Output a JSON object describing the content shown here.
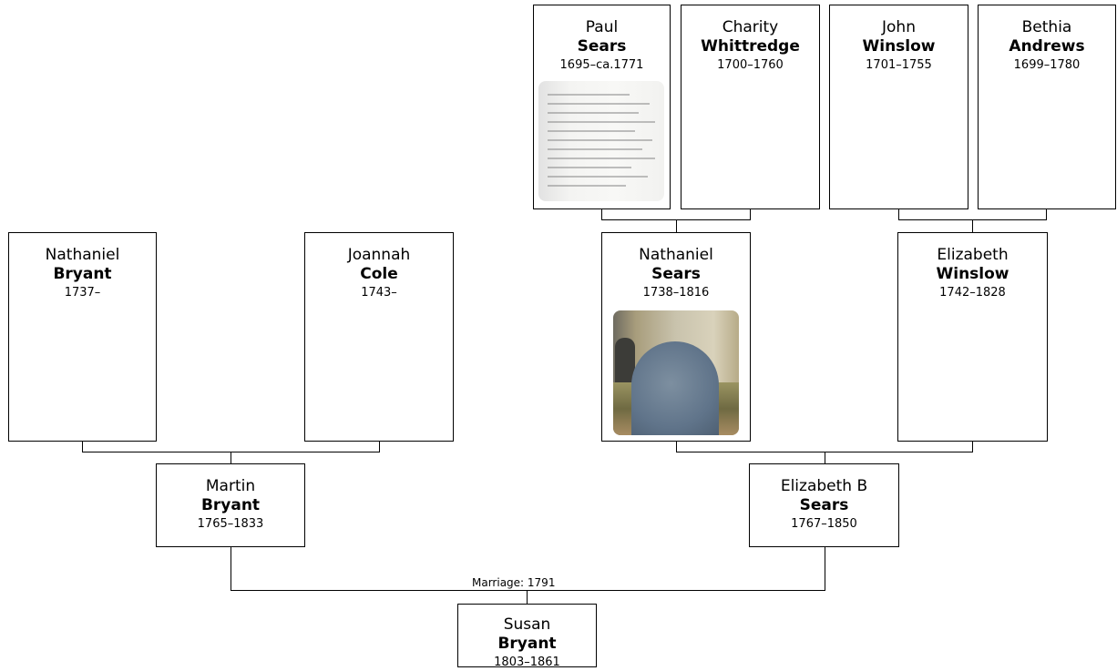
{
  "people": {
    "paul_sears": {
      "first": "Paul",
      "last": "Sears",
      "dates": "1695–ca.1771"
    },
    "charity_whittredge": {
      "first": "Charity",
      "last": "Whittredge",
      "dates": "1700–1760"
    },
    "john_winslow": {
      "first": "John",
      "last": "Winslow",
      "dates": "1701–1755"
    },
    "bethia_andrews": {
      "first": "Bethia",
      "last": "Andrews",
      "dates": "1699–1780"
    },
    "nathaniel_bryant": {
      "first": "Nathaniel",
      "last": "Bryant",
      "dates": "1737–"
    },
    "joannah_cole": {
      "first": "Joannah",
      "last": "Cole",
      "dates": "1743–"
    },
    "nathaniel_sears": {
      "first": "Nathaniel",
      "last": "Sears",
      "dates": "1738–1816"
    },
    "elizabeth_winslow": {
      "first": "Elizabeth",
      "last": "Winslow",
      "dates": "1742–1828"
    },
    "martin_bryant": {
      "first": "Martin",
      "last": "Bryant",
      "dates": "1765–1833"
    },
    "elizabeth_b_sears": {
      "first": "Elizabeth B",
      "last": "Sears",
      "dates": "1767–1850"
    },
    "susan_bryant": {
      "first": "Susan",
      "last": "Bryant",
      "dates": "1803–1861"
    }
  },
  "marriage_label": "Marriage: 1791"
}
